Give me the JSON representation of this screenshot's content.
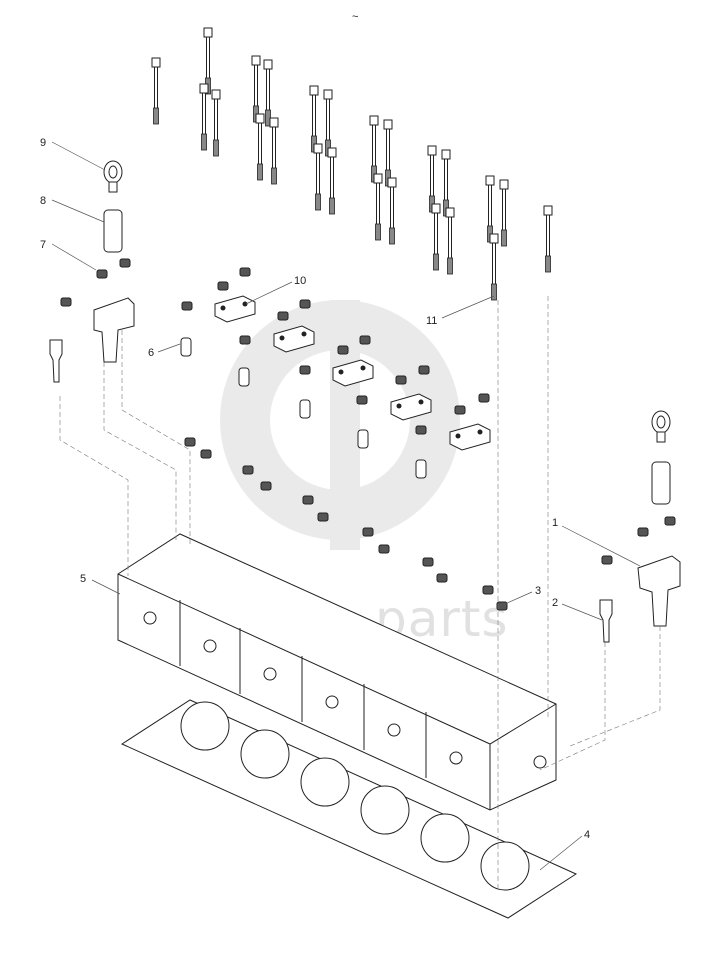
{
  "diagram": {
    "top_mark": "~",
    "watermark": "parts",
    "callouts": [
      {
        "id": "1",
        "label": "1"
      },
      {
        "id": "2",
        "label": "2"
      },
      {
        "id": "3",
        "label": "3"
      },
      {
        "id": "4",
        "label": "4"
      },
      {
        "id": "5",
        "label": "5"
      },
      {
        "id": "6",
        "label": "6"
      },
      {
        "id": "7",
        "label": "7"
      },
      {
        "id": "8",
        "label": "8"
      },
      {
        "id": "9",
        "label": "9"
      },
      {
        "id": "10",
        "label": "10"
      },
      {
        "id": "11",
        "label": "11"
      }
    ]
  }
}
